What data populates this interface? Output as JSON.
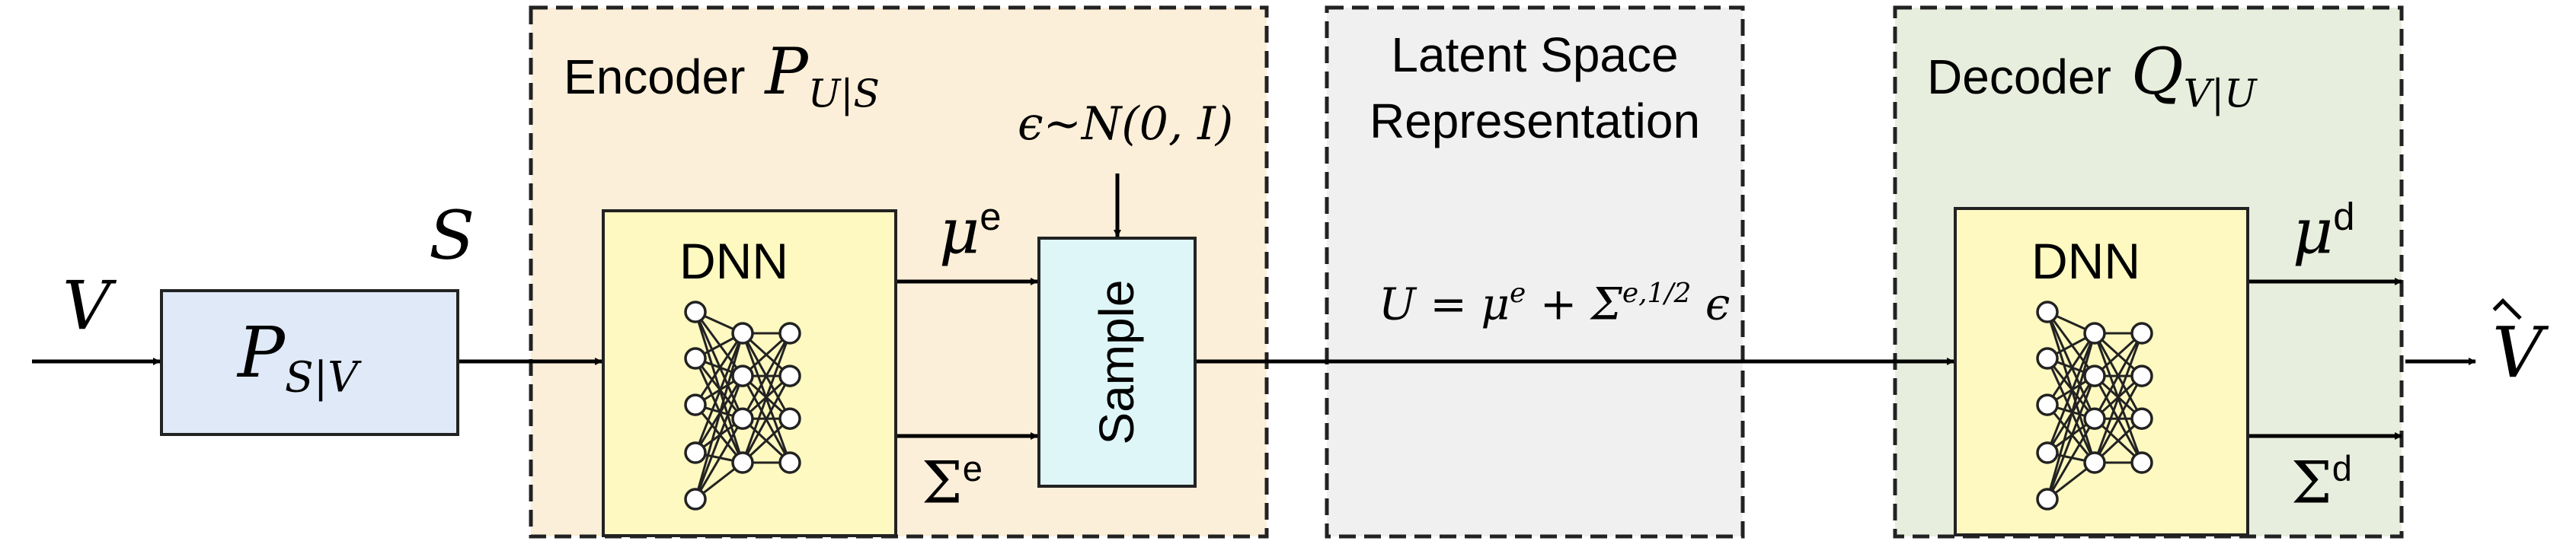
{
  "encoder": {
    "title": "Encoder",
    "dist_symbol": "P",
    "dist_subscript": "U|S",
    "dnn_label": "DNN",
    "noise_label": "ϵ∼N(0, I)",
    "sample_label": "Sample",
    "mu_symbol": "μ",
    "mu_sup": "e",
    "sigma_symbol": "Σ",
    "sigma_sup": "e"
  },
  "latent": {
    "title_line1": "Latent Space",
    "title_line2": "Representation",
    "equation": "U = μ",
    "equation_sup1": "e",
    "equation_mid": " + Σ",
    "equation_sup2": "e,1/2",
    "equation_end": " ϵ"
  },
  "decoder": {
    "title": "Decoder",
    "dist_symbol": "Q",
    "dist_subscript": "V|U",
    "dnn_label": "DNN",
    "mu_symbol": "μ",
    "mu_sup": "d",
    "sigma_symbol": "Σ",
    "sigma_sup": "d"
  },
  "channel": {
    "dist_symbol": "P",
    "dist_subscript": "S|V"
  },
  "signals": {
    "input": "V",
    "intermediate": "S",
    "output": "V"
  },
  "colors": {
    "encoder_bg": "#fcefd9",
    "latent_bg": "#f0f0f0",
    "decoder_bg": "#e8eedd",
    "dnn_fill": "#fdf9c0",
    "sample_fill": "#dff6f9",
    "channel_fill": "#dfe9f7"
  }
}
